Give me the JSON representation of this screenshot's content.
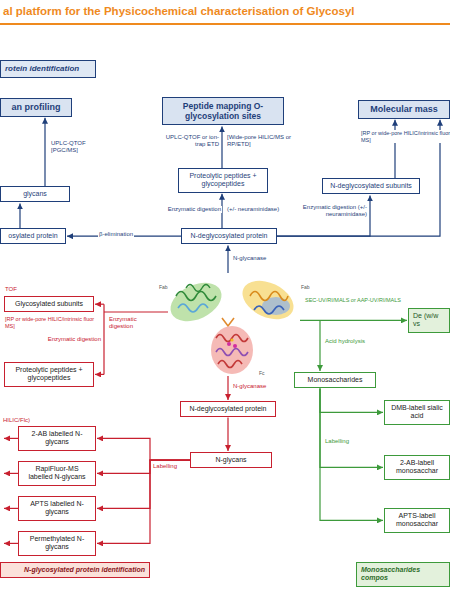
{
  "diagram": {
    "title": "al platform for the Physicochemical characterisation of Glycosyl",
    "nodes": [
      {
        "text": [
          "rotein identification"
        ]
      },
      {
        "text": [
          "an profiling"
        ]
      },
      {
        "text": [
          "Peptide mapping O-glycosylation sites"
        ]
      },
      {
        "text": [
          "Molecular mass"
        ]
      },
      {
        "text": [
          "glycans"
        ]
      },
      {
        "text": [
          "Proteolytic peptides + glycopeptides"
        ]
      },
      {
        "text": [
          "N-deglycosylated subunits"
        ]
      },
      {
        "text": [
          "osylated protein"
        ]
      },
      {
        "text": [
          "N-deglycosylated protein"
        ]
      },
      {
        "text": [
          "Glycosylated subunits"
        ]
      },
      {
        "text": [
          "De (w/w vs"
        ]
      },
      {
        "text": [
          "Proteolytic peptides + glycopeptides"
        ]
      },
      {
        "text": [
          "Monosaccharides"
        ]
      },
      {
        "text": [
          "N-deglycosylated protein"
        ]
      },
      {
        "text": [
          "DMB-labell sialic acid"
        ]
      },
      {
        "text": [
          "2-AB labelled N-glycans"
        ]
      },
      {
        "text": [
          "N-glycans"
        ]
      },
      {
        "text": [
          "RapiFluor-MS labelled N-glycans"
        ]
      },
      {
        "text": [
          "2-AB-labell monosacchar"
        ]
      },
      {
        "text": [
          "APTS labelled N-glycans"
        ]
      },
      {
        "text": [
          "Permethylated N-glycans"
        ]
      },
      {
        "text": [
          "APTS-labell monosacchar"
        ]
      },
      {
        "text": [
          "N-glycosylated protein identification"
        ]
      },
      {
        "text": [
          "Monosaccharides compos"
        ]
      }
    ],
    "edges": [
      {
        "from": 4,
        "to": 1,
        "arrow": "to"
      },
      {
        "from": 5,
        "to": 2,
        "arrow": "to"
      },
      {
        "from": 8,
        "to": 5,
        "label": "Enzymatic digestion",
        "arrow": "to"
      },
      {
        "from": 8,
        "to": 7,
        "label": "β-elimination",
        "arrow": "to"
      },
      {
        "from": 7,
        "to": 4,
        "arrow": "to"
      },
      {
        "from": 8,
        "to": 6,
        "label": "Enzymatic digestion (+/- neuraminidase)",
        "arrow": "to"
      },
      {
        "from": 6,
        "to": 3,
        "arrow": "to"
      },
      {
        "from": 8,
        "to": 3,
        "arrow": "to"
      },
      {
        "from": 13,
        "to": 16,
        "arrow": "to"
      },
      {
        "from": 16,
        "to": 15,
        "arrow": "to"
      },
      {
        "from": 16,
        "to": 17,
        "arrow": "to"
      },
      {
        "from": 16,
        "to": 19,
        "arrow": "to"
      },
      {
        "from": 16,
        "to": 20,
        "arrow": "to"
      },
      {
        "from": 12,
        "to": 14,
        "arrow": "to"
      },
      {
        "from": 12,
        "to": 18,
        "arrow": "to"
      },
      {
        "from": 12,
        "to": 21,
        "arrow": "to"
      }
    ],
    "labels": [
      "UPLC-QTOF [PGC/MS]",
      "UPLC-QTOF or ion-trap ETD",
      "[Wide-pore HILIC/MS or RP/ETD]",
      "[RP or wide-pore HILIC/intrinsic fluor MS]",
      "(+/- neuraminidase)",
      "N-glycanase",
      "Fab",
      "Fab",
      "Fc",
      "TOF",
      "[RP or wide-pore HILIC/intrinsic fluor MS]",
      "Enzymatic digestion",
      "Enzymatic digestion",
      "SEC-UV/RI/MALS or AAP-UV/RI/MALS",
      "Acid hydrolysis",
      "N-glycanase",
      "HILIC/Flc)",
      "Labelling",
      "Labelling"
    ]
  }
}
